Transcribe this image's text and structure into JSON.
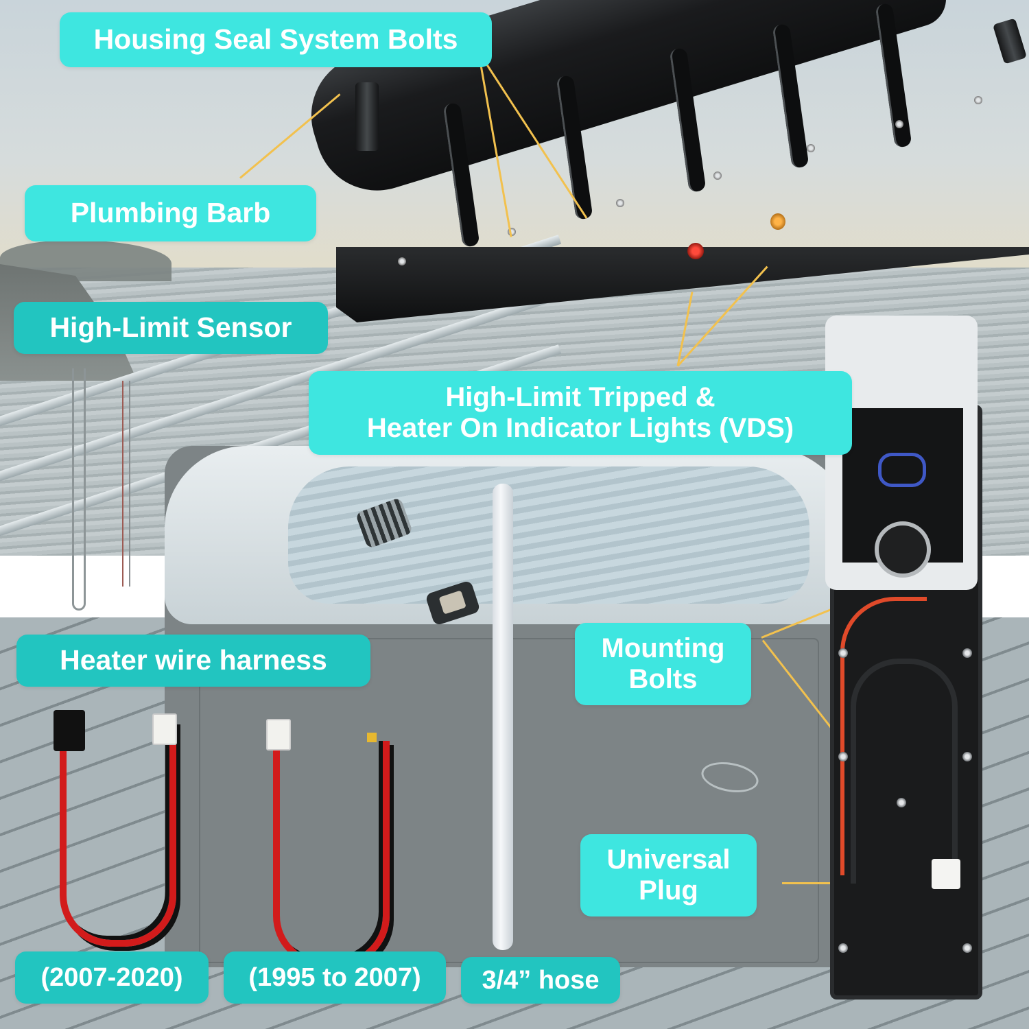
{
  "labels": {
    "housing_seal_bolts": "Housing Seal System Bolts",
    "plumbing_barb": "Plumbing Barb",
    "high_limit_sensor": "High-Limit Sensor",
    "indicator_lights_line1": "High-Limit Tripped &",
    "indicator_lights_line2": "Heater On Indicator Lights (VDS)",
    "heater_wire_harness": "Heater wire harness",
    "mounting_bolts_line1": "Mounting",
    "mounting_bolts_line2": "Bolts",
    "universal_plug_line1": "Universal",
    "universal_plug_line2": "Plug",
    "harness_2007_2020": "(2007-2020)",
    "harness_1995_2007": "(1995 to 2007)",
    "hose": "3/4” hose"
  },
  "colors": {
    "label_bg": "#3ee6e0",
    "label_bg_alt": "#22c5c0",
    "label_text": "#ffffff",
    "leader_line": "#f2c14e",
    "led_red": "#ff4a3b",
    "led_amber": "#ffb347"
  }
}
